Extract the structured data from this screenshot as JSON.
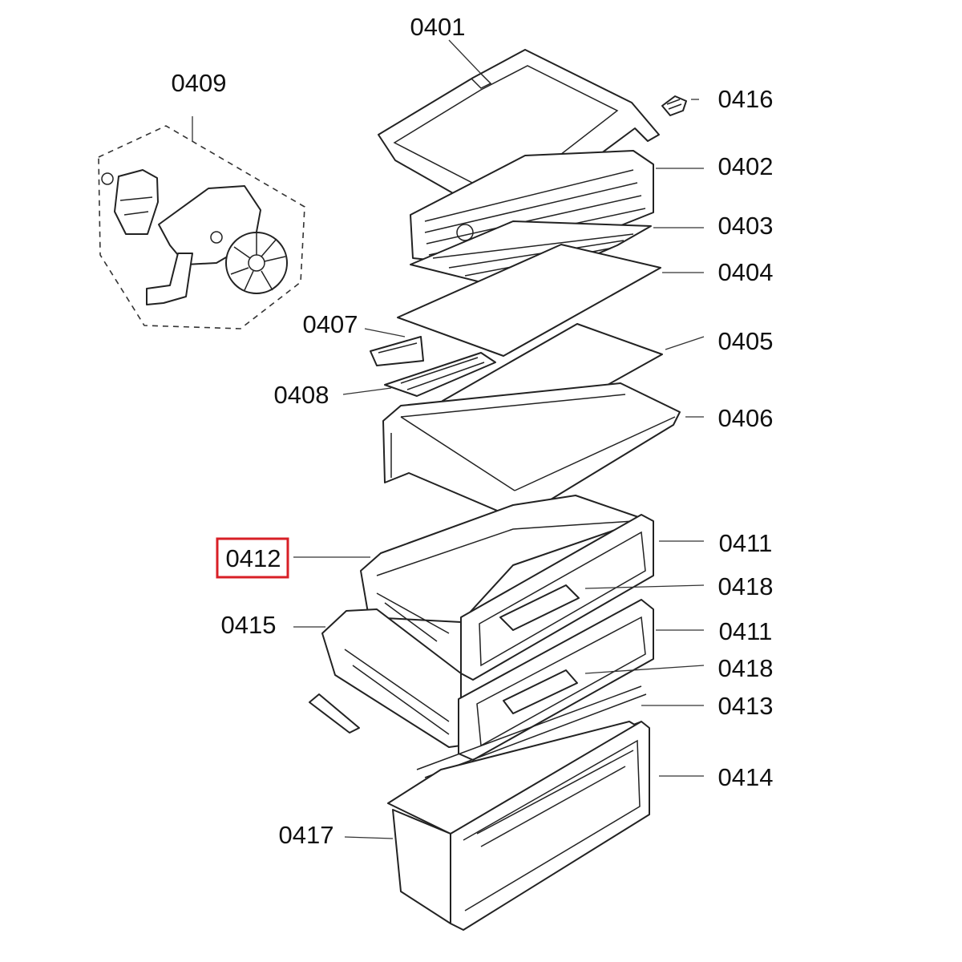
{
  "highlight_color": "#d81f26",
  "highlighted_part": "0412",
  "parts": [
    {
      "key": "p0401",
      "number": "0401",
      "highlighted": false
    },
    {
      "key": "p0402",
      "number": "0402",
      "highlighted": false
    },
    {
      "key": "p0403",
      "number": "0403",
      "highlighted": false
    },
    {
      "key": "p0404",
      "number": "0404",
      "highlighted": false
    },
    {
      "key": "p0405",
      "number": "0405",
      "highlighted": false
    },
    {
      "key": "p0406",
      "number": "0406",
      "highlighted": false
    },
    {
      "key": "p0407",
      "number": "0407",
      "highlighted": false
    },
    {
      "key": "p0408",
      "number": "0408",
      "highlighted": false
    },
    {
      "key": "p0409",
      "number": "0409",
      "highlighted": false
    },
    {
      "key": "p0411a",
      "number": "0411",
      "highlighted": false
    },
    {
      "key": "p0411b",
      "number": "0411",
      "highlighted": false
    },
    {
      "key": "p0412",
      "number": "0412",
      "highlighted": true
    },
    {
      "key": "p0413",
      "number": "0413",
      "highlighted": false
    },
    {
      "key": "p0414",
      "number": "0414",
      "highlighted": false
    },
    {
      "key": "p0415",
      "number": "0415",
      "highlighted": false
    },
    {
      "key": "p0416",
      "number": "0416",
      "highlighted": false
    },
    {
      "key": "p0417",
      "number": "0417",
      "highlighted": false
    },
    {
      "key": "p0418a",
      "number": "0418",
      "highlighted": false
    },
    {
      "key": "p0418b",
      "number": "0418",
      "highlighted": false
    }
  ]
}
